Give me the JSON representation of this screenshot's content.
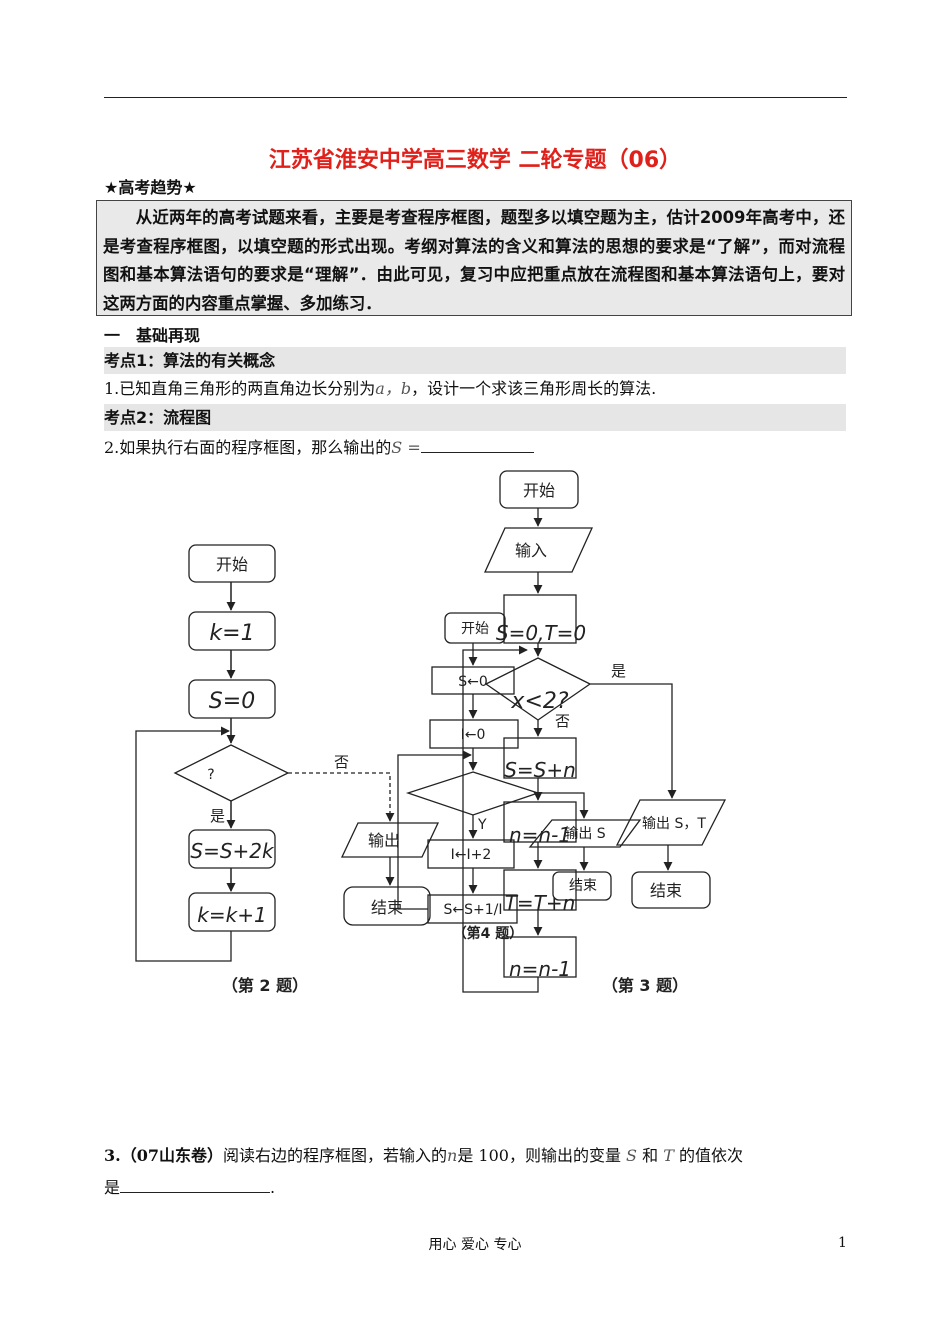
{
  "title": "江苏省淮安中学高三数学 二轮专题（06）",
  "trend_heading": "★高考趋势★",
  "trend_text": "从近两年的高考试题来看，主要是考查程序框图，题型多以填空题为主，估计2009年高考中，还是考查程序框图，以填空题的形式出现。考纲对算法的含义和算法的思想的要求是“了解”，而对流程图和基本算法语句的要求是“理解”．由此可见，复习中应把重点放在流程图和基本算法语句上，要对这两方面的内容重点掌握、多加练习．",
  "section1": "一　基础再现",
  "point1": "考点1：算法的有关概念",
  "q1": {
    "text": "1.已知直角三角形的两直角边长分别为",
    "vars": "a，b",
    "rest": "，设计一个求该三角形周长的算法."
  },
  "point2": "考点2：流程图",
  "q2": {
    "text": "2.如果执行右面的程序框图，那么输出的",
    "var": "S ="
  },
  "fig2": {
    "start": "开始",
    "k1": "k=1",
    "s0": "S=0",
    "cond": "?",
    "yes": "是",
    "no": "否",
    "step1": "S=S+2k",
    "step2": "k=k+1",
    "output": "输出",
    "end": "结束",
    "caption": "（第 2 题）"
  },
  "fig3": {
    "start": "开始",
    "input": "输入",
    "init": "S=0,T=0",
    "cond": "x<2?",
    "yes": "是",
    "no": "否",
    "s1": "S=S+n",
    "s2": "n=n-1",
    "s3": "T=T+n",
    "s4": "n=n-1",
    "output": "输出 S，T",
    "end": "结束",
    "caption": "（第 3 题）"
  },
  "fig4": {
    "start": "开始",
    "s0": "S←0",
    "i0": "I←0",
    "yes": "Y",
    "inc": "I←I+2",
    "sum": "S←S+1/I",
    "output": "输出 S",
    "end": "结束",
    "caption": "（第4 题）"
  },
  "q3": {
    "source": "3.（07山东卷）",
    "text": "阅读右边的程序框图，若输入的",
    "n": "n",
    "mid": "是 100，则输出的变量",
    "s": "S",
    "and": "和",
    "t": "T",
    "end": "的值依次",
    "line2": "是"
  },
  "footer": "用心 爱心 专心",
  "page_number": "1"
}
